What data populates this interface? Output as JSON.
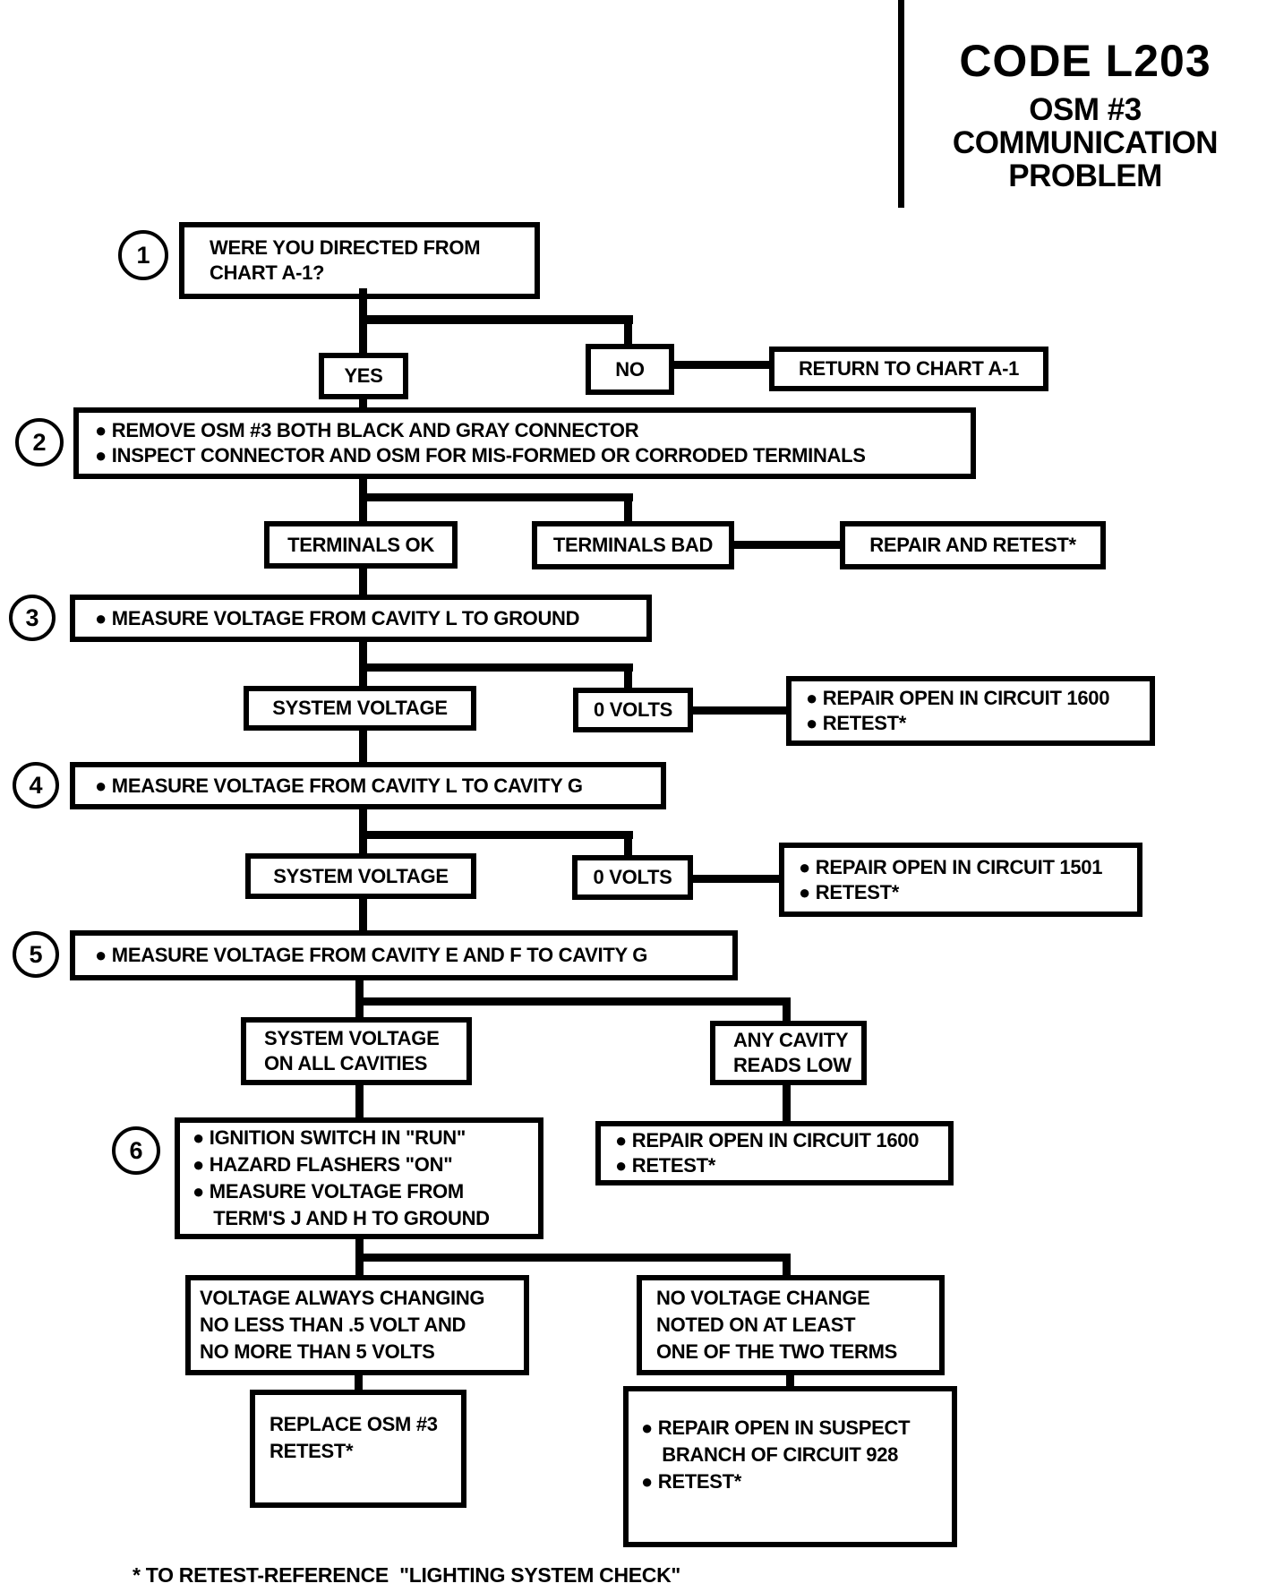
{
  "colors": {
    "ink": "#000000",
    "paper": "#ffffff"
  },
  "title": {
    "code": "CODE L203",
    "sub1": "OSM #3",
    "sub2": "COMMUNICATION",
    "sub3": "PROBLEM"
  },
  "steps": [
    "1",
    "2",
    "3",
    "4",
    "5",
    "6"
  ],
  "nodes": {
    "q1_l1": "WERE YOU DIRECTED FROM",
    "q1_l2": "CHART A-1?",
    "yes": "YES",
    "no": "NO",
    "return_chart": "RETURN TO CHART A-1",
    "step2_b1": "● REMOVE OSM #3 BOTH BLACK AND GRAY CONNECTOR",
    "step2_b2": "● INSPECT CONNECTOR AND OSM FOR MIS-FORMED OR CORRODED TERMINALS",
    "terminals_ok": "TERMINALS OK",
    "terminals_bad": "TERMINALS BAD",
    "repair_and_retest": "REPAIR AND RETEST*",
    "step3": "● MEASURE VOLTAGE FROM CAVITY L TO GROUND",
    "system_voltage_1": "SYSTEM VOLTAGE",
    "zero_volts_1": "0 VOLTS",
    "repair_1600_a_l1": "● REPAIR OPEN IN CIRCUIT 1600",
    "repair_1600_a_l2": "● RETEST*",
    "step4": "● MEASURE VOLTAGE FROM CAVITY L TO CAVITY G",
    "system_voltage_2": "SYSTEM VOLTAGE",
    "zero_volts_2": "0 VOLTS",
    "repair_1501_l1": "● REPAIR OPEN IN CIRCUIT 1501",
    "repair_1501_l2": "● RETEST*",
    "step5": "● MEASURE VOLTAGE FROM CAVITY E AND F TO CAVITY G",
    "sys_volt_all_l1": "SYSTEM VOLTAGE",
    "sys_volt_all_l2": "ON ALL CAVITIES",
    "any_cavity_l1": "ANY CAVITY",
    "any_cavity_l2": "READS LOW",
    "step6_l1": "● IGNITION SWITCH IN \"RUN\"",
    "step6_l2": "● HAZARD FLASHERS \"ON\"",
    "step6_l3": "● MEASURE VOLTAGE FROM",
    "step6_l4": "    TERM'S J AND H TO GROUND",
    "repair_1600_b_l1": "● REPAIR OPEN IN CIRCUIT 1600",
    "repair_1600_b_l2": "● RETEST*",
    "volt_changing_l1": "VOLTAGE ALWAYS CHANGING",
    "volt_changing_l2": "NO LESS THAN .5 VOLT AND",
    "volt_changing_l3": "NO MORE THAN 5 VOLTS",
    "no_volt_change_l1": "NO VOLTAGE CHANGE",
    "no_volt_change_l2": "NOTED ON AT LEAST",
    "no_volt_change_l3": "ONE OF THE TWO TERMS",
    "replace_osm_l1": "REPLACE OSM #3",
    "replace_osm_l2": "RETEST*",
    "repair_suspect_l1": "● REPAIR OPEN IN SUSPECT",
    "repair_suspect_l2": "    BRANCH OF CIRCUIT 928",
    "repair_suspect_l3": "● RETEST*"
  },
  "footnote": "* TO RETEST-REFERENCE  \"LIGHTING SYSTEM CHECK\""
}
